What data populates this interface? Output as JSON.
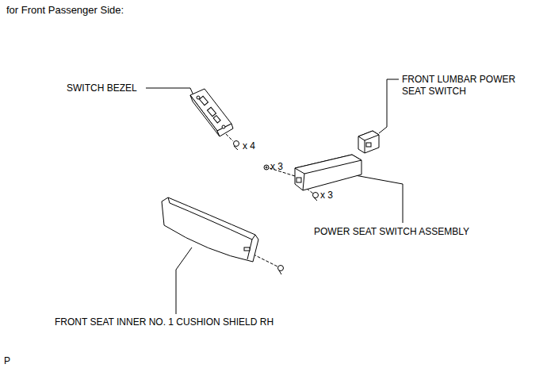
{
  "diagram": {
    "title": "for Front Passenger Side:",
    "labels": [
      "SWITCH BEZEL",
      "FRONT LUMBAR POWER SEAT SWITCH",
      "x 4",
      "x 3",
      "x 3",
      "POWER SEAT SWITCH ASSEMBLY",
      "FRONT SEAT INNER NO. 1 CUSHION SHIELD RH",
      "P"
    ]
  }
}
